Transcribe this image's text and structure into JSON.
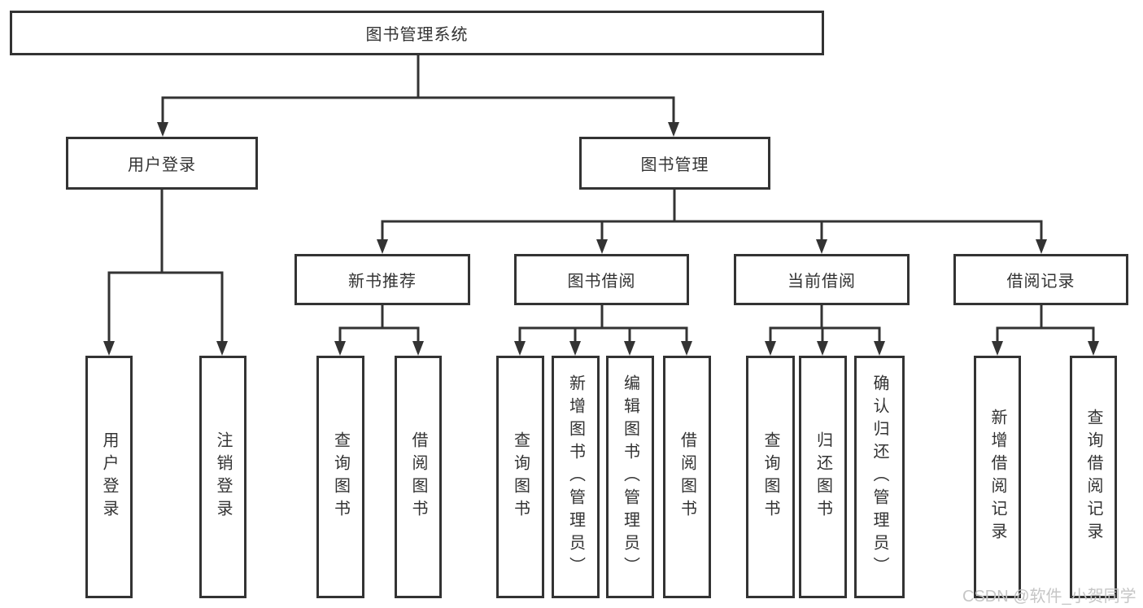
{
  "colors": {
    "line": "#333333",
    "text": "#333333",
    "watermark": "#c6c6c6",
    "bg": "#ffffff"
  },
  "watermark": "CSDN @软件_小贺同学",
  "diagram": {
    "type": "tree",
    "root": {
      "label": "图书管理系统"
    },
    "branches": [
      {
        "label": "用户登录",
        "children": [
          {
            "label": "用户登录"
          },
          {
            "label": "注销登录"
          }
        ]
      },
      {
        "label": "图书管理",
        "children": [
          {
            "label": "新书推荐",
            "children": [
              {
                "label": "查询图书"
              },
              {
                "label": "借阅图书"
              }
            ]
          },
          {
            "label": "图书借阅",
            "children": [
              {
                "label": "查询图书"
              },
              {
                "label": "新增图书（管理员）"
              },
              {
                "label": "编辑图书（管理员）"
              },
              {
                "label": "借阅图书"
              }
            ]
          },
          {
            "label": "当前借阅",
            "children": [
              {
                "label": "查询图书"
              },
              {
                "label": "归还图书"
              },
              {
                "label": "确认归还（管理员）"
              }
            ]
          },
          {
            "label": "借阅记录",
            "children": [
              {
                "label": "新增借阅记录"
              },
              {
                "label": "查询借阅记录"
              }
            ]
          }
        ]
      }
    ]
  }
}
